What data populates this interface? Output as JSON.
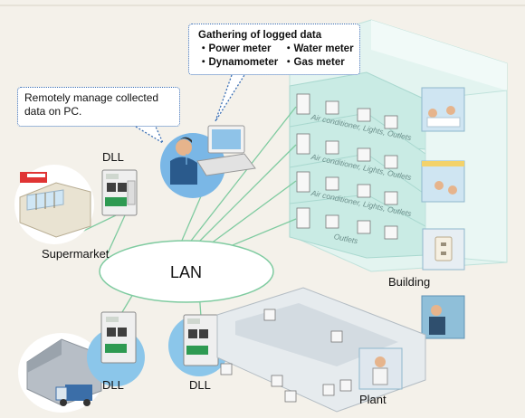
{
  "callouts": {
    "gathering": {
      "title": "Gathering of logged data",
      "items": [
        "Power meter",
        "Water meter",
        "Dynamometer",
        "Gas meter"
      ],
      "bullet": "・"
    },
    "remote": {
      "line1": "Remotely manage collected",
      "line2": "data on PC."
    }
  },
  "labels": {
    "dll_top": "DLL",
    "supermarket": "Supermarket",
    "lan": "LAN",
    "building": "Building",
    "dll_bottom_left": "DLL",
    "dll_bottom_mid": "DLL",
    "plant": "Plant"
  },
  "floors": {
    "floor_label": "Air conditioner, Lights, Outlets",
    "bottom_label": "Outlets"
  },
  "colors": {
    "background": "#f4f1ea",
    "network_line": "#7fcba0",
    "callout_border": "#3a6fb5",
    "building_glass": "#c9ebe4",
    "lan_fill": "#ffffff"
  }
}
